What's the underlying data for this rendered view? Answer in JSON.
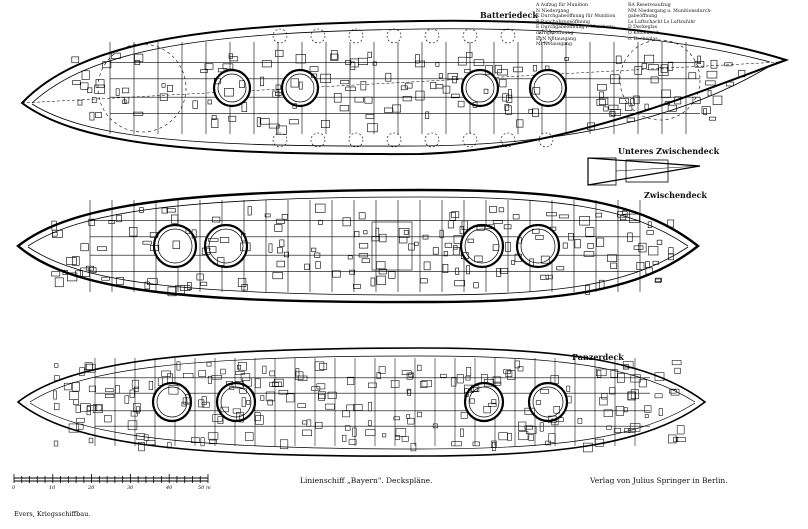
{
  "decks": {
    "battery": "Batteriedeck",
    "lower_between": "Unteres Zwischendeck",
    "between": "Zwischendeck",
    "armour": "Panzerdeck"
  },
  "legend_left": [
    "A  Aufzug für Munition",
    "N  Niedergang",
    "K  Durchgabeöffnung für Munition",
    "R  Rauchabzugsöffnung",
    "E  Durchgabeöffnung f. Munitions-",
    "    darbgeböffnung",
    "EbN  Notausgang",
    "Ml  Notausgang"
  ],
  "legend_right": [
    "RA  Reserveaufzug",
    "NM  Niedergang u. Munitionsdurch-",
    "      gabeöffnung",
    "Ls  Luftschacht    Ls Luftzufuhr",
    "D  Deckeglas",
    "O  Kohlenloch",
    "o. Deckeglas"
  ],
  "scale": {
    "ticks": [
      "0",
      "10",
      "20",
      "30",
      "40",
      "50 m"
    ]
  },
  "footer": {
    "left": "Evers, Kriegsschiffbau.",
    "center": "Linienschiff „Bayern\". Deckspläne.",
    "right": "Verlag von Julius Springer in Berlin."
  }
}
